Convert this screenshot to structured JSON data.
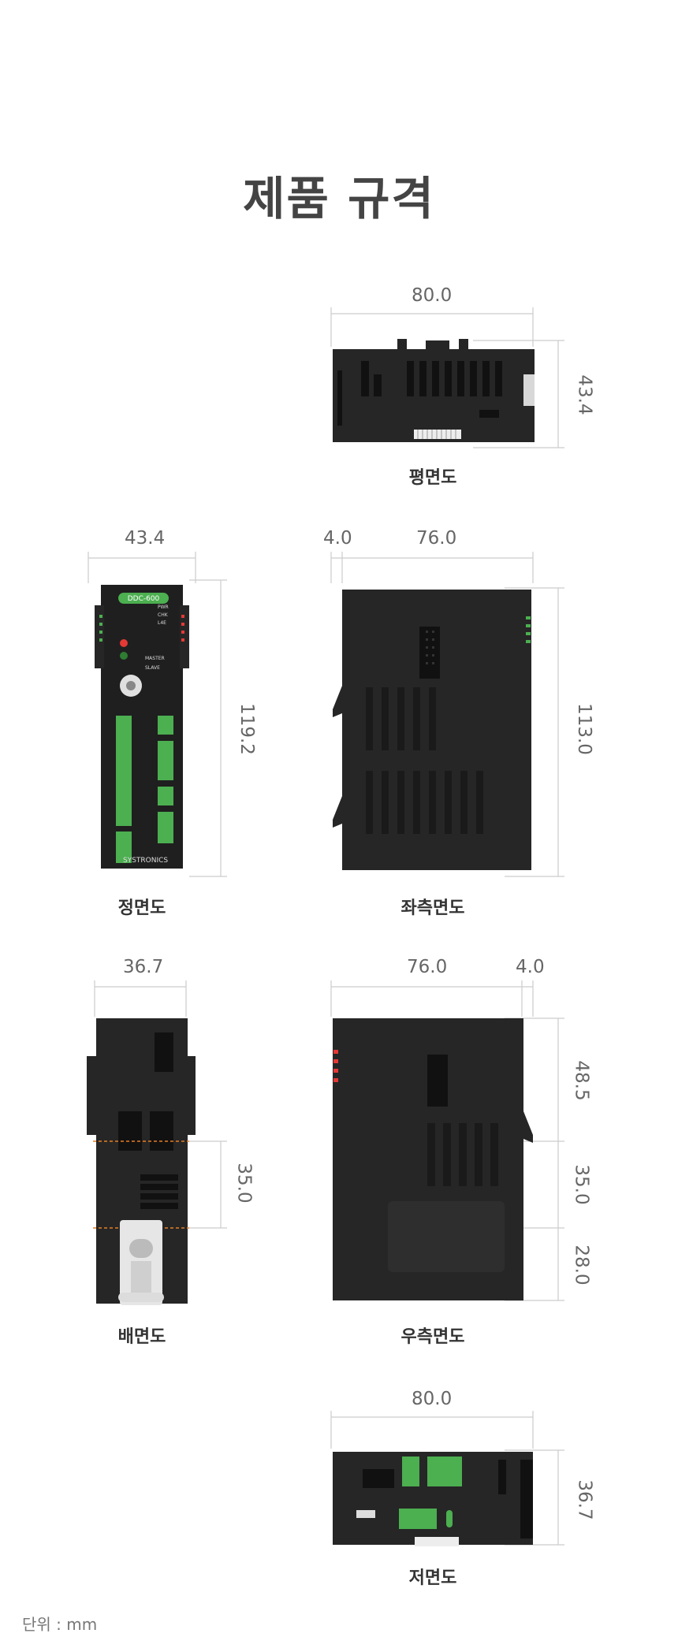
{
  "heading": "제품 규격",
  "views": {
    "top": {
      "caption": "평면도",
      "width": "80.0",
      "height": "43.4"
    },
    "front": {
      "caption": "정면도",
      "width": "43.4",
      "height": "119.2",
      "label": "DDC-600",
      "leds": [
        "PWR",
        "CHK",
        "L4E"
      ],
      "mode_labels": [
        "MASTER",
        "SLAVE"
      ],
      "brand": "SYSTRONICS"
    },
    "left": {
      "caption": "좌측면도",
      "offset": "4.0",
      "width": "76.0",
      "height": "113.0"
    },
    "back": {
      "caption": "배면도",
      "width": "36.7",
      "height": "35.0"
    },
    "right": {
      "caption": "우측면도",
      "width": "76.0",
      "offset": "4.0",
      "heights": [
        "48.5",
        "35.0",
        "28.0"
      ]
    },
    "bottom": {
      "caption": "저면도",
      "width": "80.0",
      "height": "36.7"
    }
  },
  "unit_label": "단위 : mm",
  "colors": {
    "body": "#262626",
    "terminal": "#4caf50",
    "led_red": "#e53935",
    "dim_line": "#bdbdbd",
    "accent_orange": "#e67e22"
  }
}
